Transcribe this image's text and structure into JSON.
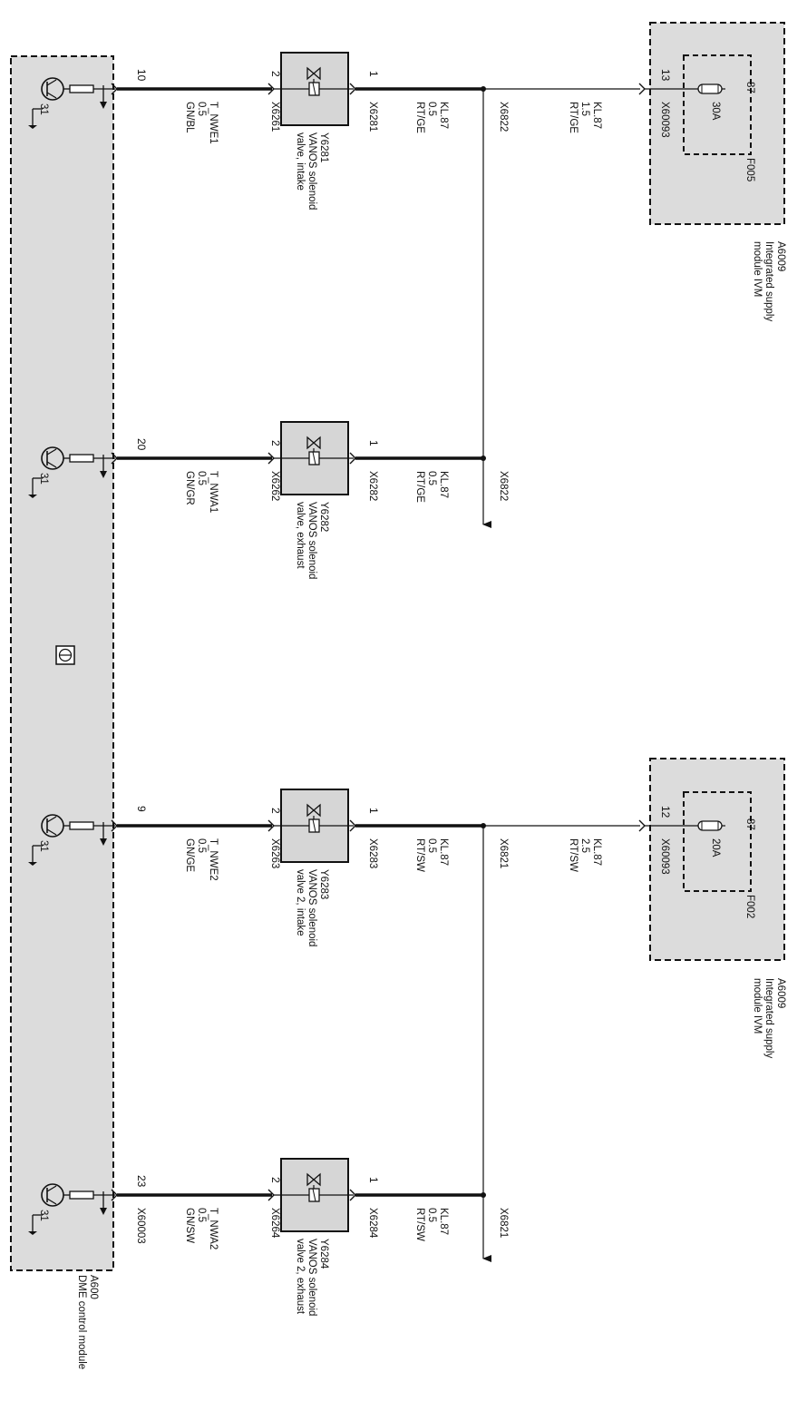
{
  "dme_module": {
    "id": "A600",
    "name": "DME control module",
    "connector": "X60003"
  },
  "ivm_module": {
    "id": "A6009",
    "name_line1": "Integrated supply",
    "name_line2": "module IVM",
    "connector": "X60093"
  },
  "ground_label": "31",
  "circuits": [
    {
      "dme_pin": "10",
      "signal": "T_NWE1",
      "signal_size": "0.5",
      "signal_color": "GN/BL",
      "valve_id": "Y6281",
      "valve_line1": "VANOS solenoid",
      "valve_line2": "valve, intake",
      "conn_in": "X6281",
      "conn_out": "X6261",
      "pin_supply": "1",
      "pin_signal": "2",
      "supply": "KL.87",
      "supply_size": "0.5",
      "supply_color": "RT/GE",
      "splice": "X6822",
      "fuse_pin": "13",
      "fuse_id": "F005",
      "fuse_rating": "30A",
      "fuse_term": "87",
      "feed": "KL.87",
      "feed_size": "1.5",
      "feed_color": "RT/GE"
    },
    {
      "dme_pin": "20",
      "signal": "T_NWA1",
      "signal_size": "0.5",
      "signal_color": "GN/GR",
      "valve_id": "Y6282",
      "valve_line1": "VANOS solenoid",
      "valve_line2": "valve, exhaust",
      "conn_in": "X6282",
      "conn_out": "X6262",
      "pin_supply": "1",
      "pin_signal": "2",
      "supply": "KL.87",
      "supply_size": "0.5",
      "supply_color": "RT/GE",
      "splice": "X6822"
    },
    {
      "dme_pin": "9",
      "signal": "T_NWE2",
      "signal_size": "0.5",
      "signal_color": "GN/GE",
      "valve_id": "Y6283",
      "valve_line1": "VANOS solenoid",
      "valve_line2": "valve 2, intake",
      "conn_in": "X6283",
      "conn_out": "X6263",
      "pin_supply": "1",
      "pin_signal": "2",
      "supply": "KL.87",
      "supply_size": "0.5",
      "supply_color": "RT/SW",
      "splice": "X6821",
      "fuse_pin": "12",
      "fuse_id": "F002",
      "fuse_rating": "20A",
      "fuse_term": "87",
      "feed": "KL.87",
      "feed_size": "2.5",
      "feed_color": "RT/SW"
    },
    {
      "dme_pin": "23",
      "signal": "T_NWA2",
      "signal_size": "0.5",
      "signal_color": "GN/SW",
      "valve_id": "Y6284",
      "valve_line1": "VANOS solenoid",
      "valve_line2": "valve 2, exhaust",
      "conn_in": "X6284",
      "conn_out": "X6264",
      "pin_supply": "1",
      "pin_signal": "2",
      "supply": "KL.87",
      "supply_size": "0.5",
      "supply_color": "RT/SW",
      "splice": "X6821"
    }
  ],
  "colors": {
    "module_fill": "#dcdcdc",
    "line": "#111111"
  }
}
